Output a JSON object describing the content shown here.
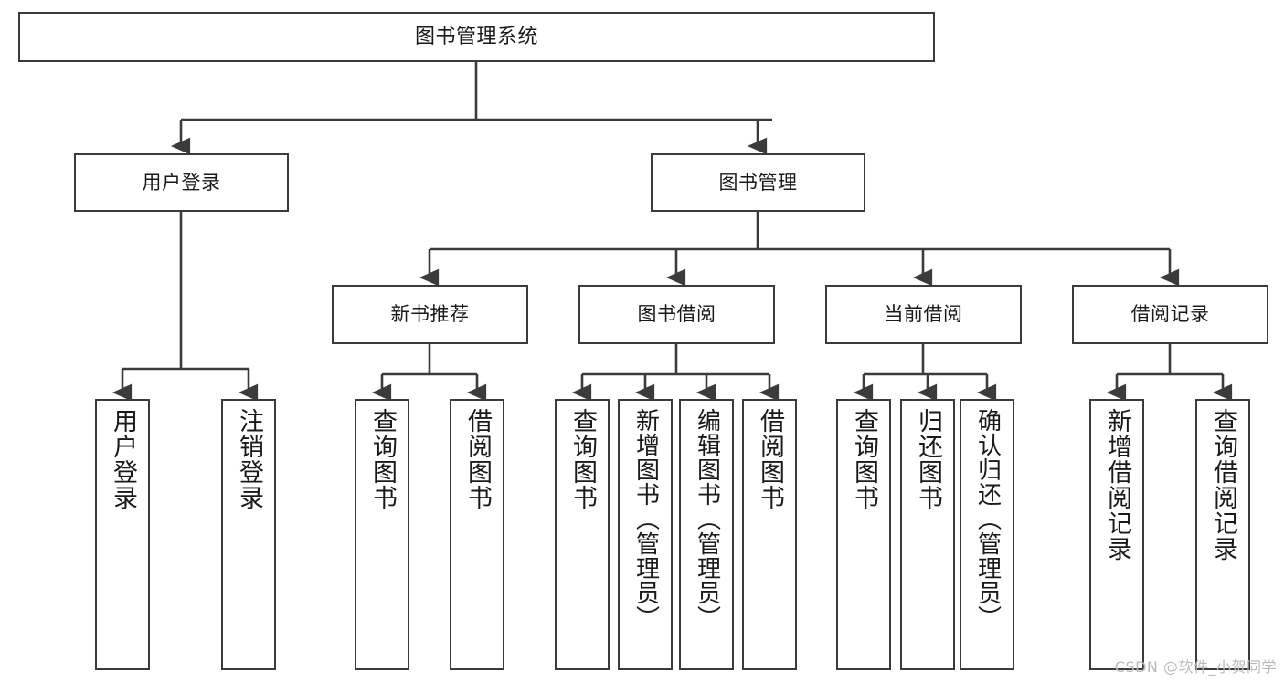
{
  "diagram": {
    "title": "图书管理系统",
    "type": "tree-hierarchy",
    "orientation": "top-down",
    "box_fill": "#ffffff",
    "box_stroke": "#3b3b3b",
    "text_color": "#1a1a1a"
  },
  "watermark": {
    "text": "CSDN @软件_小贺同学",
    "color": "#b9b9b9"
  },
  "root": {
    "label": "图书管理系统"
  },
  "level2": [
    {
      "label": "用户登录"
    },
    {
      "label": "图书管理"
    }
  ],
  "level3": [
    {
      "label": "新书推荐"
    },
    {
      "label": "图书借阅"
    },
    {
      "label": "当前借阅"
    },
    {
      "label": "借阅记录"
    }
  ],
  "leaves": {
    "user_login": [
      {
        "label": "用户登录"
      },
      {
        "label": "注销登录"
      }
    ],
    "new_book_recommend": [
      {
        "label": "查询图书"
      },
      {
        "label": "借阅图书"
      }
    ],
    "book_borrow": [
      {
        "label": "查询图书"
      },
      {
        "label": "新增图书（管理员）"
      },
      {
        "label": "编辑图书（管理员）"
      },
      {
        "label": "借阅图书"
      }
    ],
    "current_borrow": [
      {
        "label": "查询图书"
      },
      {
        "label": "归还图书"
      },
      {
        "label": "确认归还（管理员）"
      }
    ],
    "borrow_record": [
      {
        "label": "新增借阅记录"
      },
      {
        "label": "查询借阅记录"
      }
    ]
  }
}
